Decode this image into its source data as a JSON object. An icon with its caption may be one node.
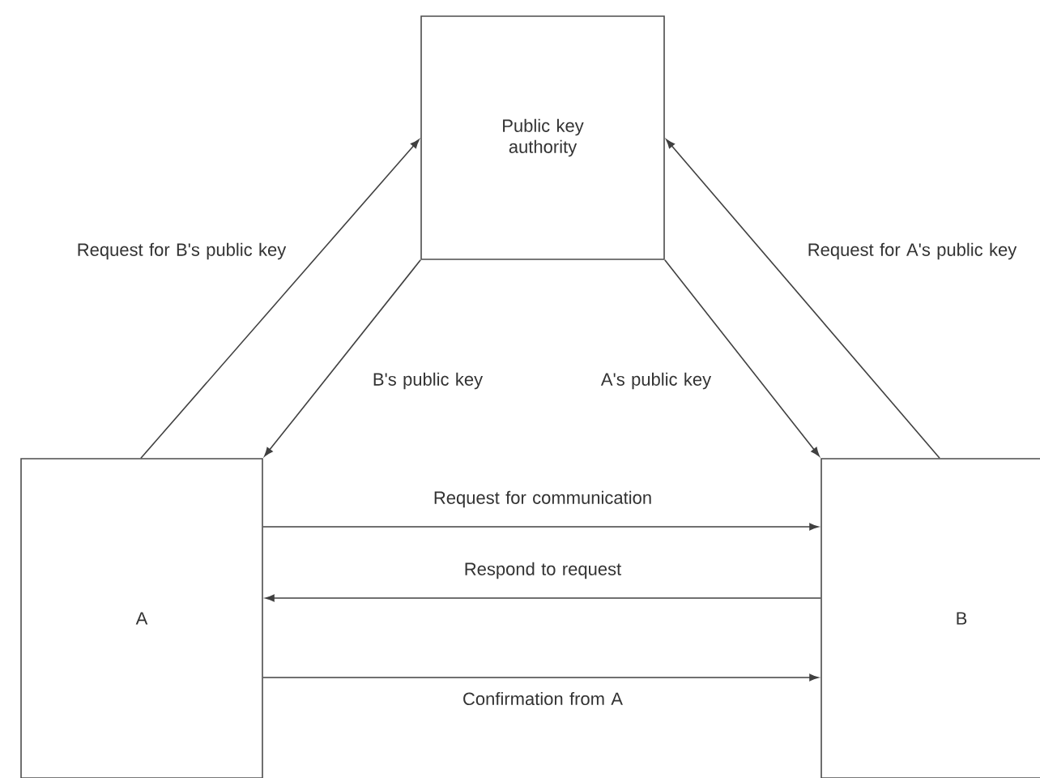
{
  "diagram": {
    "nodes": [
      {
        "text": [
          "Public key authority"
        ]
      },
      {
        "text": [
          "A"
        ]
      },
      {
        "text": [
          "B"
        ]
      }
    ],
    "edges": [
      {
        "from": 1,
        "to": 0,
        "arrow": "to",
        "label": "Request for B's public key"
      },
      {
        "from": 0,
        "to": 1,
        "arrow": "to",
        "label": "B's public key"
      },
      {
        "from": 0,
        "to": 2,
        "arrow": "to",
        "label": "A's public key"
      },
      {
        "from": 2,
        "to": 0,
        "arrow": "to",
        "label": "Request for A's public key"
      },
      {
        "from": 1,
        "to": 2,
        "arrow": "to",
        "label": "Request for communication"
      },
      {
        "from": 2,
        "to": 1,
        "arrow": "to",
        "label": "Respond to request"
      },
      {
        "from": 1,
        "to": 2,
        "arrow": "to",
        "label": "Confirmation from A"
      }
    ]
  }
}
